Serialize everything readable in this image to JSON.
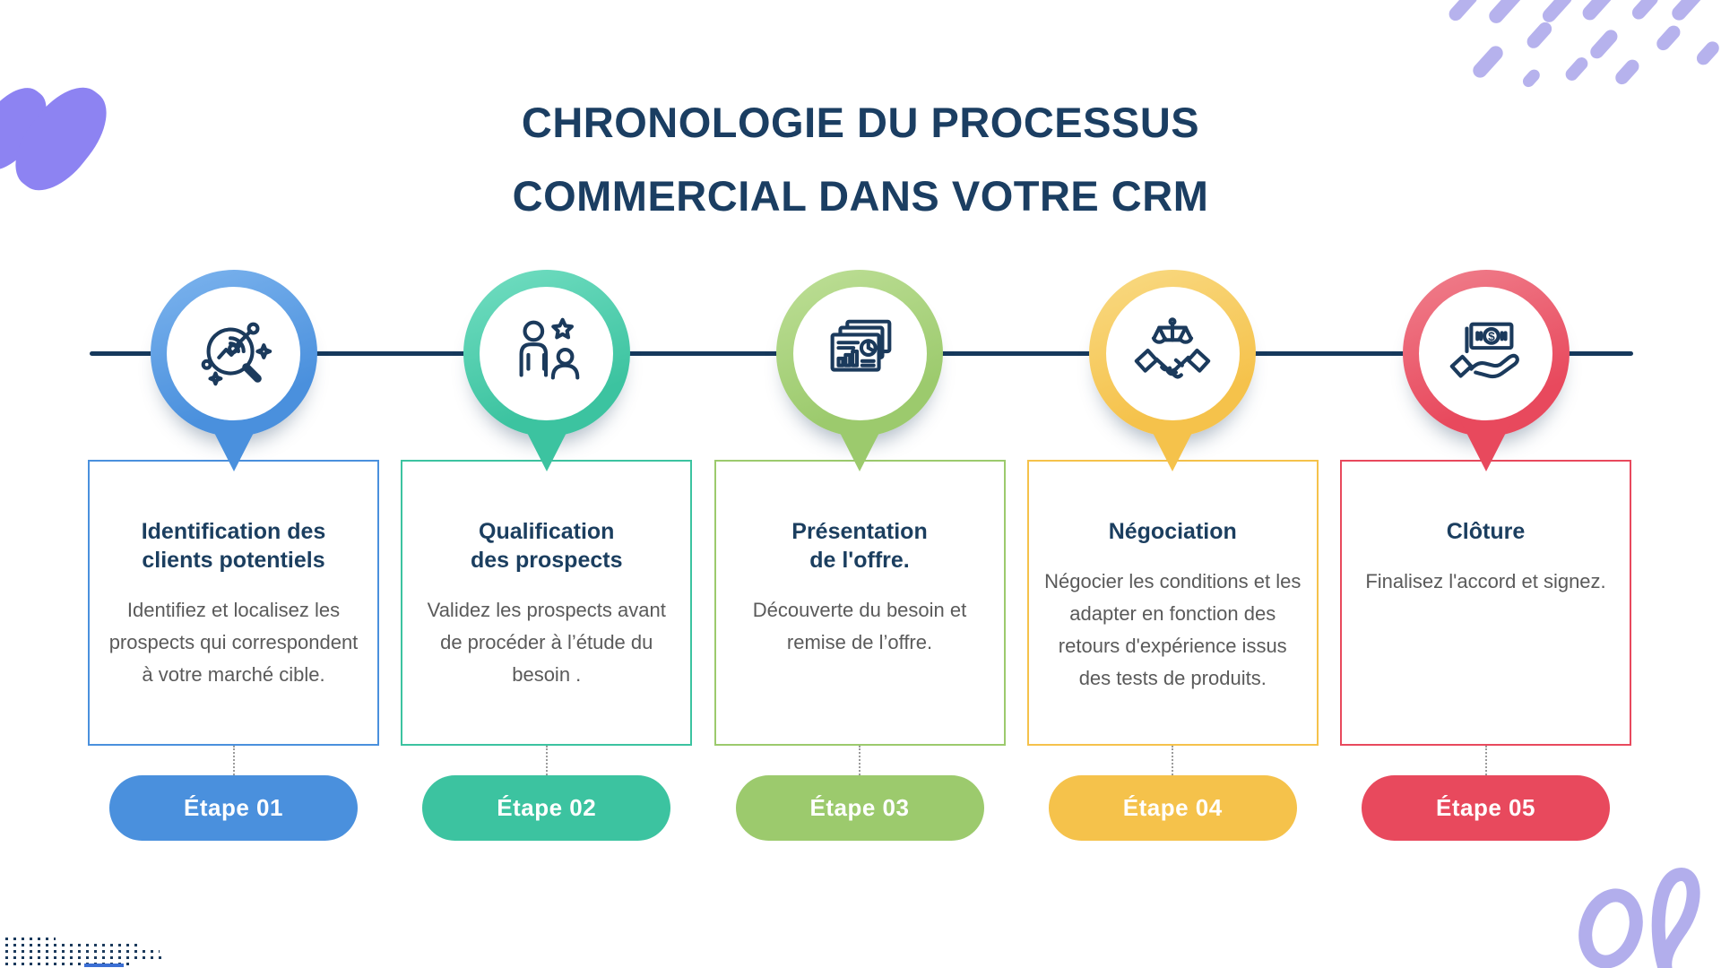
{
  "title": {
    "line1": "CHRONOLOGIE DU PROCESSUS",
    "line2": "COMMERCIAL DANS VOTRE CRM"
  },
  "steps": [
    {
      "badge": "Étape 01",
      "title": "Identification des\nclients potentiels",
      "description": "Identifiez et localisez les prospects qui correspondent à votre marché cible.",
      "icon": "market-research-icon",
      "accent": "#4a90dd",
      "accent_light": "#7db4ee"
    },
    {
      "badge": "Étape 02",
      "title": "Qualification\ndes prospects",
      "description": "Validez les prospects avant de procéder à l’étude du besoin .",
      "icon": "prospect-rating-icon",
      "accent": "#3cc3a0",
      "accent_light": "#73dec2"
    },
    {
      "badge": "Étape 03",
      "title": "Présentation\nde l'offre.",
      "description": "Découverte du besoin et remise de l’offre.",
      "icon": "presentation-slides-icon",
      "accent": "#9cca6d",
      "accent_light": "#bedf97"
    },
    {
      "badge": "Étape 04",
      "title": "Négociation",
      "description": "Négocier les conditions et les adapter en fonction des retours d'expérience issus des tests de produits.",
      "icon": "negotiation-handshake-icon",
      "accent": "#f5c24b",
      "accent_light": "#f9da84"
    },
    {
      "badge": "Étape 05",
      "title": "Clôture",
      "description": "Finalisez l'accord et signez.",
      "icon": "cash-in-hand-icon",
      "accent": "#e8495d",
      "accent_light": "#f0808d"
    }
  ],
  "colors": {
    "background": "#ffffff",
    "title": "#1b3e62",
    "card_title": "#1b3e5f",
    "body_text": "#5a5a5a",
    "timeline": "#16395c",
    "icon": "#1b3a5c",
    "connector": "#9b9b9b",
    "decor_purple": "#8d83f2",
    "decor_lilac": "#b6b2ed",
    "decor_dots": "#1b3a5c",
    "decor_loops": "#b2aeec",
    "decor_line": "#3b6fd4"
  }
}
